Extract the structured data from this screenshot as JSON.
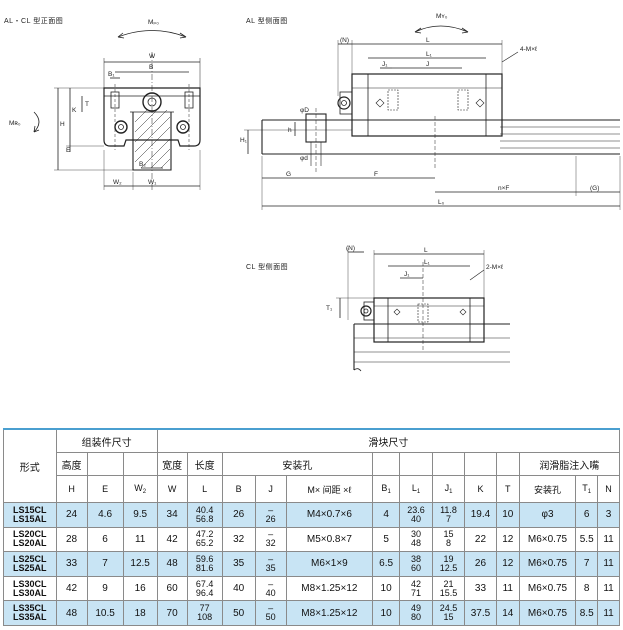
{
  "captions": {
    "front_view": "AL・CL 型正面图",
    "al_side_view": "AL 型侧面图",
    "cl_side_view": "CL 型侧面图"
  },
  "front_dims": {
    "moment_top": "Mₚ₀",
    "moment_left": "Mʀ₀",
    "W": "W",
    "B": "B",
    "B1": "B₁",
    "T": "T",
    "K": "K",
    "H": "H",
    "E": "E",
    "B2": "B₂",
    "W2": "W₂",
    "W1": "W₁"
  },
  "al_dims": {
    "moment_top": "Mʏ₀",
    "N": "(N)",
    "L": "L",
    "L1": "L₁",
    "J": "J",
    "J1": "J₁",
    "hole": "4-M×ℓ",
    "H1": "H₁",
    "h": "h",
    "phiD": "φD",
    "phid": "φd",
    "G": "G",
    "F": "F",
    "nF": "n×F",
    "Gp": "(G)",
    "L0": "L₀"
  },
  "cl_dims": {
    "N": "(N)",
    "L": "L",
    "L1": "L₁",
    "J1": "J₁",
    "hole": "2-M×ℓ",
    "T1": "T₁"
  },
  "table": {
    "model_header": "形式",
    "group_assembly": "组装件尺寸",
    "group_block": "滑块尺寸",
    "height": "高度",
    "width": "宽度",
    "length": "长度",
    "mount_holes": "安装孔",
    "grease_nipple": "润滑脂注入嘴",
    "col_H": "H",
    "col_E": "E",
    "col_W2": "W",
    "col_W2_sub": "2",
    "col_W": "W",
    "col_L": "L",
    "col_B": "B",
    "col_J": "J",
    "col_M": "M× 间距 ×ℓ",
    "col_B1": "B",
    "col_B1_sub": "1",
    "col_L1": "L",
    "col_L1_sub": "1",
    "col_J1": "J",
    "col_J1_sub": "1",
    "col_K": "K",
    "col_T": "T",
    "col_nipple_hole": "安装孔",
    "col_T1": "T",
    "col_T1_sub": "1",
    "col_N": "N",
    "rows": [
      {
        "model_cl": "LS15CL",
        "model_al": "LS15AL",
        "H": "24",
        "E": "4.6",
        "W2": "9.5",
        "W": "34",
        "L_cl": "40.4",
        "L_al": "56.8",
        "B": "26",
        "J_cl": "–",
        "J_al": "26",
        "M": "M4×0.7×6",
        "B1": "4",
        "L1_cl": "23.6",
        "L1_al": "40",
        "J1_cl": "11.8",
        "J1_al": "7",
        "K": "19.4",
        "T": "10",
        "nipple": "φ3",
        "T1": "6",
        "N": "3"
      },
      {
        "model_cl": "LS20CL",
        "model_al": "LS20AL",
        "H": "28",
        "E": "6",
        "W2": "11",
        "W": "42",
        "L_cl": "47.2",
        "L_al": "65.2",
        "B": "32",
        "J_cl": "–",
        "J_al": "32",
        "M": "M5×0.8×7",
        "B1": "5",
        "L1_cl": "30",
        "L1_al": "48",
        "J1_cl": "15",
        "J1_al": "8",
        "K": "22",
        "T": "12",
        "nipple": "M6×0.75",
        "T1": "5.5",
        "N": "11"
      },
      {
        "model_cl": "LS25CL",
        "model_al": "LS25AL",
        "H": "33",
        "E": "7",
        "W2": "12.5",
        "W": "48",
        "L_cl": "59.6",
        "L_al": "81.6",
        "B": "35",
        "J_cl": "–",
        "J_al": "35",
        "M": "M6×1×9",
        "B1": "6.5",
        "L1_cl": "38",
        "L1_al": "60",
        "J1_cl": "19",
        "J1_al": "12.5",
        "K": "26",
        "T": "12",
        "nipple": "M6×0.75",
        "T1": "7",
        "N": "11"
      },
      {
        "model_cl": "LS30CL",
        "model_al": "LS30AL",
        "H": "42",
        "E": "9",
        "W2": "16",
        "W": "60",
        "L_cl": "67.4",
        "L_al": "96.4",
        "B": "40",
        "J_cl": "–",
        "J_al": "40",
        "M": "M8×1.25×12",
        "B1": "10",
        "L1_cl": "42",
        "L1_al": "71",
        "J1_cl": "21",
        "J1_al": "15.5",
        "K": "33",
        "T": "11",
        "nipple": "M6×0.75",
        "T1": "8",
        "N": "11"
      },
      {
        "model_cl": "LS35CL",
        "model_al": "LS35AL",
        "H": "48",
        "E": "10.5",
        "W2": "18",
        "W": "70",
        "L_cl": "77",
        "L_al": "108",
        "B": "50",
        "J_cl": "–",
        "J_al": "50",
        "M": "M8×1.25×12",
        "B1": "10",
        "L1_cl": "49",
        "L1_al": "80",
        "J1_cl": "24.5",
        "J1_al": "15",
        "K": "37.5",
        "T": "14",
        "nipple": "M6×0.75",
        "T1": "8.5",
        "N": "11"
      }
    ]
  }
}
